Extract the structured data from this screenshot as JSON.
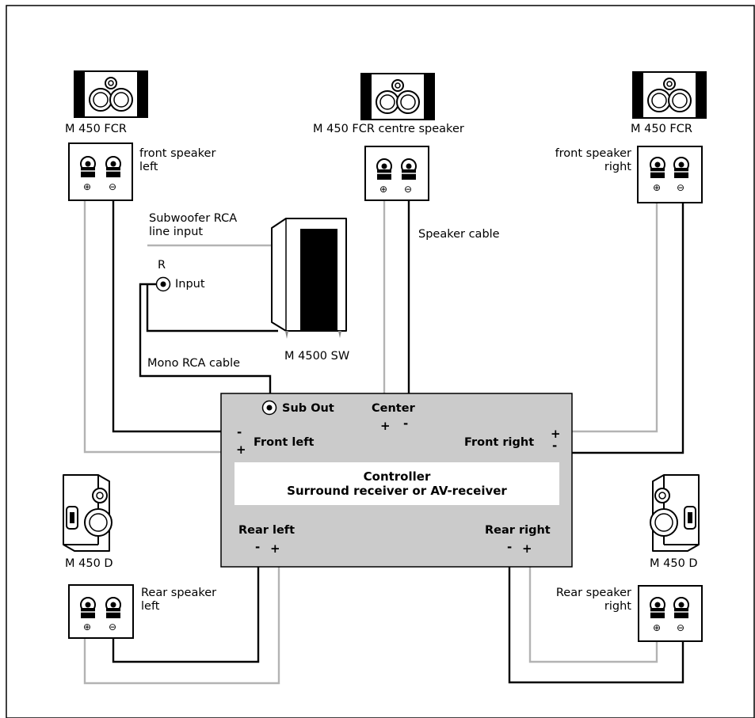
{
  "speakers": {
    "front_left_model": "M 450 FCR",
    "center_model": "M 450 FCR centre speaker",
    "front_right_model": "M 450 FCR",
    "rear_left_model": "M 450 D",
    "rear_right_model": "M 450 D",
    "subwoofer_model": "M 4500 SW"
  },
  "terminals": {
    "front_left": [
      "front speaker",
      "left"
    ],
    "front_right": [
      "front speaker",
      "right"
    ],
    "rear_left": [
      "Rear speaker",
      "left"
    ],
    "rear_right": [
      "Rear speaker",
      "right"
    ],
    "plus": "⊕",
    "minus": "⊖"
  },
  "cables": {
    "speaker_cable": "Speaker cable",
    "mono_rca": "Mono RCA cable"
  },
  "subwoofer": {
    "rca_label": [
      "Subwoofer RCA",
      "line input"
    ],
    "channel": "R",
    "input": "Input"
  },
  "controller": {
    "sub_out": "Sub Out",
    "center": "Center",
    "front_left": "Front left",
    "front_right": "Front right",
    "rear_left": "Rear left",
    "rear_right": "Rear right",
    "title": "Controller",
    "subtitle": "Surround receiver or AV-receiver",
    "plus": "+",
    "minus": "-"
  }
}
